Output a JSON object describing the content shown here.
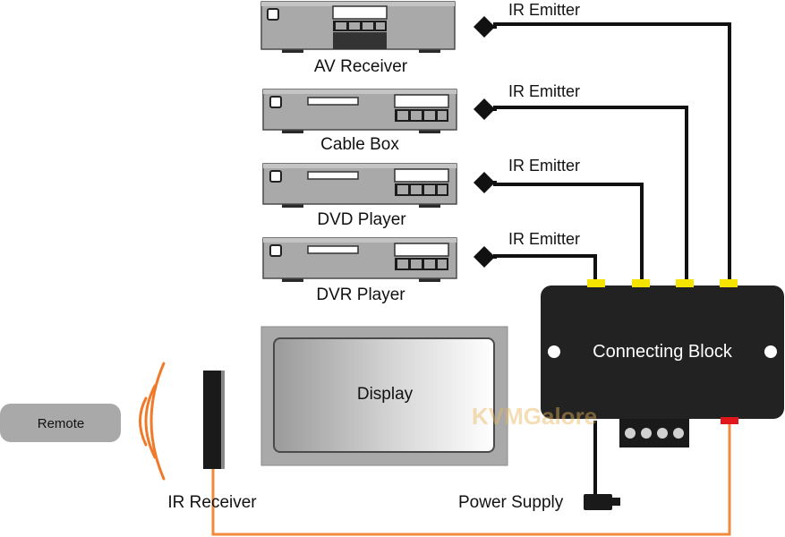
{
  "devices": [
    {
      "label": "AV Receiver",
      "type": "av-receiver"
    },
    {
      "label": "Cable Box",
      "type": "settop"
    },
    {
      "label": "DVD Player",
      "type": "settop"
    },
    {
      "label": "DVR Player",
      "type": "settop"
    }
  ],
  "emitters": [
    {
      "label": "IR Emitter"
    },
    {
      "label": "IR Emitter"
    },
    {
      "label": "IR Emitter"
    },
    {
      "label": "IR Emitter"
    }
  ],
  "connecting_block": {
    "label": "Connecting Block"
  },
  "display": {
    "label": "Display"
  },
  "remote": {
    "label": "Remote"
  },
  "ir_receiver": {
    "label": "IR Receiver"
  },
  "power_supply": {
    "label": "Power Supply"
  },
  "watermark": {
    "label": "KVMGalore"
  },
  "colors": {
    "device_body": "#a9a9a9",
    "block_body": "#222222",
    "port_yellow": "#f5e400",
    "port_red": "#e0161a",
    "ir_wave": "#f07a2a",
    "orange_cable": "#f08a3c",
    "cable_black": "#111111"
  }
}
